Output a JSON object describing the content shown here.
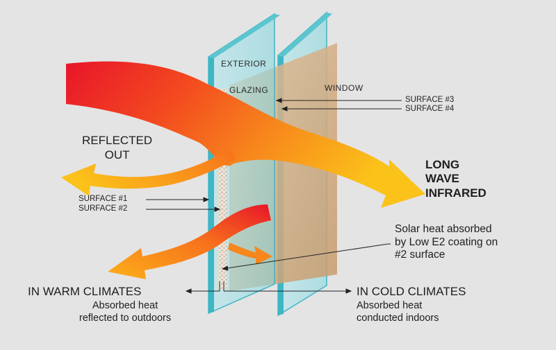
{
  "labels": {
    "exterior": "EXTERIOR",
    "glazing": "GLAZING",
    "window": "WINDOW",
    "surface3": "SURFACE #3",
    "surface4": "SURFACE #4",
    "surface1": "SURFACE #1",
    "surface2": "SURFACE #2",
    "reflected_out": [
      "REFLECTED",
      "OUT"
    ],
    "long_wave": [
      "LONG",
      "WAVE",
      "INFRARED"
    ],
    "solar_heat": [
      "Solar heat absorbed",
      "by Low E2 coating on",
      "#2 surface"
    ],
    "warm_title": "IN WARM CLIMATES",
    "warm_desc": [
      "Absorbed heat",
      "reflected to outdoors"
    ],
    "cold_title": "IN COLD CLIMATES",
    "cold_desc": [
      "Absorbed heat",
      "conducted indoors"
    ]
  },
  "colors": {
    "background": "#e4e4e4",
    "glass": "#7fd6e0",
    "glass_edge": "#3fb6c4",
    "gap": "#d9b48a",
    "heat_start": "#e8152a",
    "heat_mid": "#f7711c",
    "heat_end": "#fbc21a"
  }
}
